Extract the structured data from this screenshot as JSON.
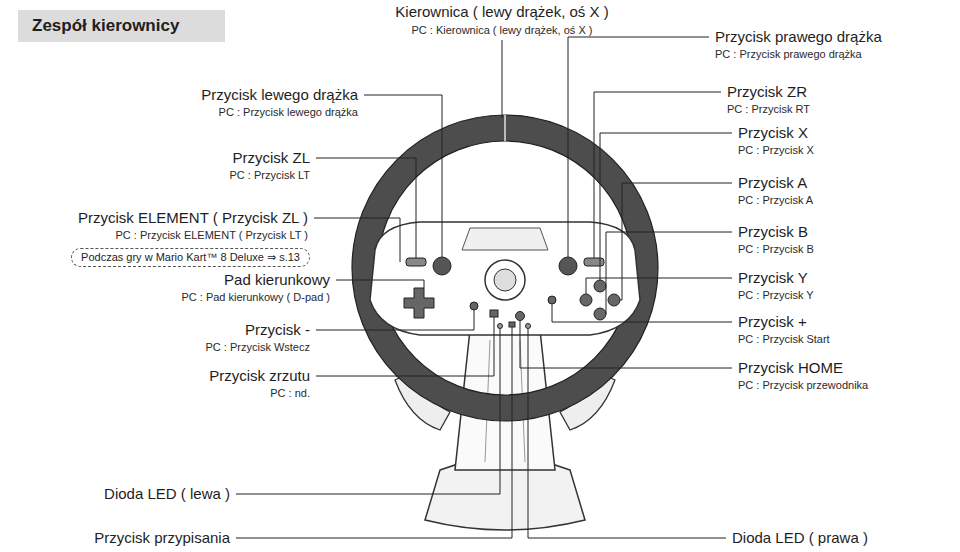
{
  "diagram": {
    "nodes": [
      {
        "text": [
          "Zespół kierownicy"
        ]
      },
      {
        "text": [
          "Podczas gry w Mario Kart™ 8 Deluxe ⇒ s.13"
        ]
      }
    ],
    "labels": [
      "Kierownica ( lewy drążek, oś X )",
      "PC : Kierownica ( lewy drążek, oś X )",
      "Przycisk lewego drążka",
      "PC : Przycisk lewego drążka",
      "Przycisk prawego drążka",
      "PC : Przycisk prawego drążka",
      "Przycisk ZL",
      "PC : Przycisk LT",
      "Przycisk ZR",
      "PC : Przycisk RT",
      "Przycisk X",
      "PC : Przycisk X",
      "Przycisk ELEMENT ( Przycisk ZL )",
      "PC : Przycisk ELEMENT ( Przycisk LT )",
      "Przycisk A",
      "PC : Przycisk A",
      "Pad kierunkowy",
      "PC : Pad kierunkowy ( D-pad )",
      "Przycisk B",
      "PC : Przycisk B",
      "Przycisk Y",
      "PC : Przycisk Y",
      "Przycisk -",
      "PC : Przycisk Wstecz",
      "Przycisk +",
      "PC : Przycisk Start",
      "Przycisk zrzutu",
      "PC : nd.",
      "Przycisk HOME",
      "PC : Przycisk przewodnika",
      "Dioda LED ( lewa )",
      "Dioda LED ( prawa )",
      "Przycisk przypisania"
    ]
  }
}
